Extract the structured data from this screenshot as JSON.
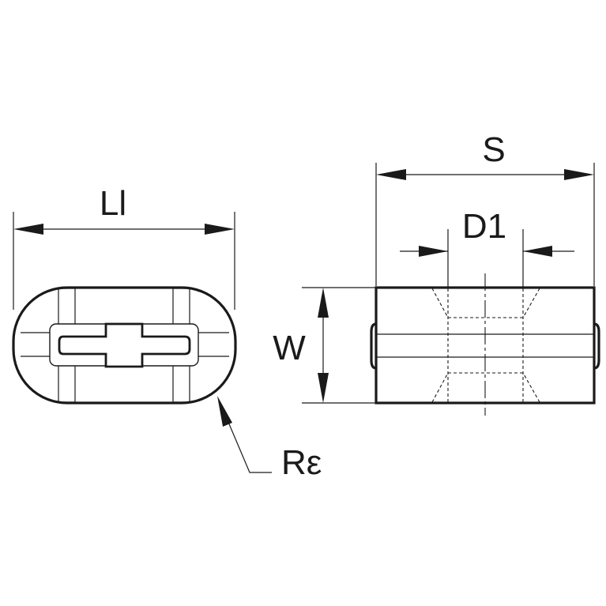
{
  "labels": {
    "length": "Ll",
    "width": "W",
    "size": "S",
    "inner_diameter": "D1",
    "radius": "Rε"
  }
}
